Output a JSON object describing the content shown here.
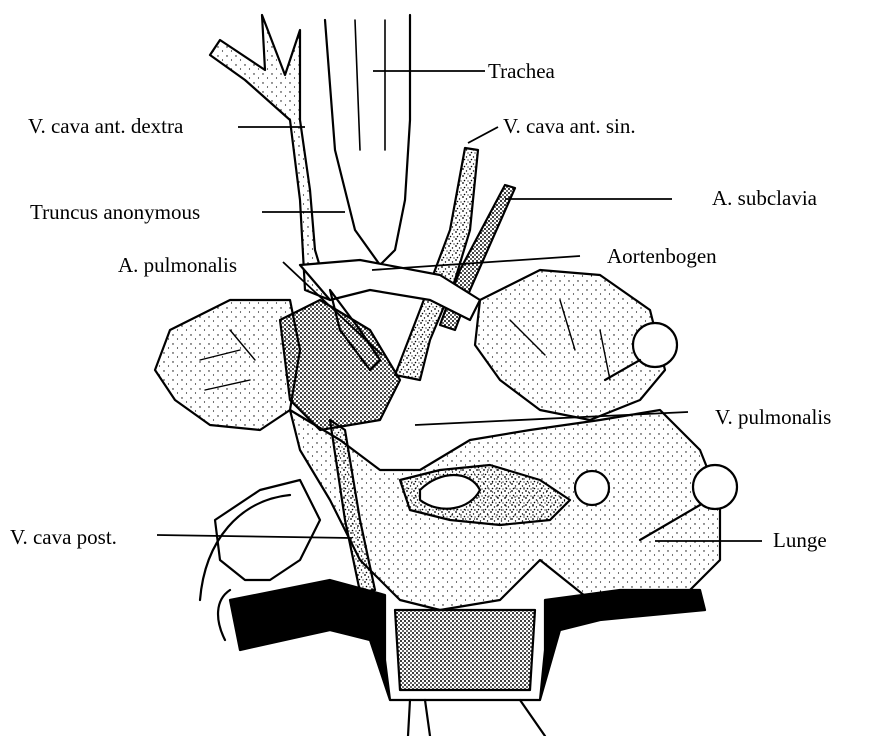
{
  "figure": {
    "labels": {
      "trachea": "Trachea",
      "v_cava_ant_dextra": "V. cava ant. dextra",
      "v_cava_ant_sin": "V. cava ant. sin.",
      "a_subclavia": "A. subclavia",
      "truncus_anonymous": "Truncus anonymous",
      "aortenbogen": "Aortenbogen",
      "a_pulmonalis": "A. pulmonalis",
      "v_pulmonalis": "V. pulmonalis",
      "v_cava_post": "V. cava post.",
      "lunge": "Lunge"
    },
    "colors": {
      "ink": "#000000",
      "paper": "#ffffff"
    }
  }
}
